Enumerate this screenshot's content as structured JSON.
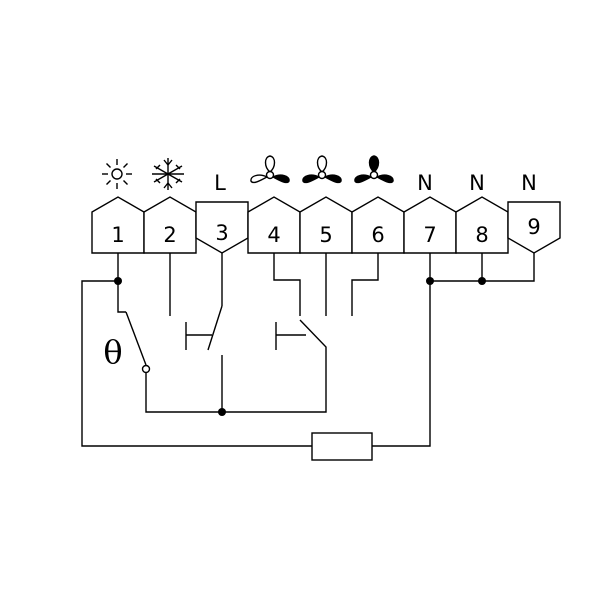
{
  "diagram": {
    "top_labels": [
      "L",
      "N",
      "N",
      "N"
    ],
    "terminals": [
      "1",
      "2",
      "3",
      "4",
      "5",
      "6",
      "7",
      "8",
      "9"
    ],
    "thermostat_symbol": "θ",
    "icons": [
      "sun-icon",
      "snowflake-icon",
      "fan-speed-1-icon",
      "fan-speed-2-icon",
      "fan-speed-3-icon"
    ]
  }
}
